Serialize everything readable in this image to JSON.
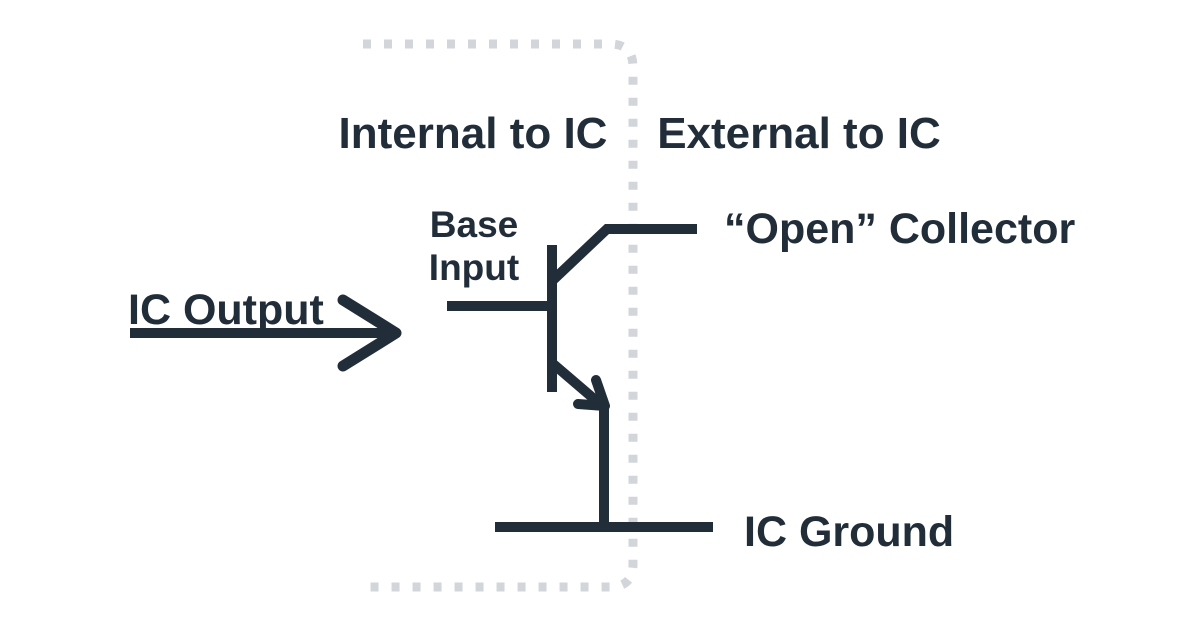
{
  "diagram": {
    "headings": {
      "internal": "Internal to IC",
      "external": "External to IC"
    },
    "labels": {
      "ic_output": "IC Output",
      "base_line1": "Base",
      "base_line2": "Input",
      "open_collector": "“Open” Collector",
      "ic_ground": "IC Ground"
    },
    "colors": {
      "ink": "#222d3a",
      "dashed_boundary": "#d2d5da",
      "background": "#ffffff"
    }
  }
}
